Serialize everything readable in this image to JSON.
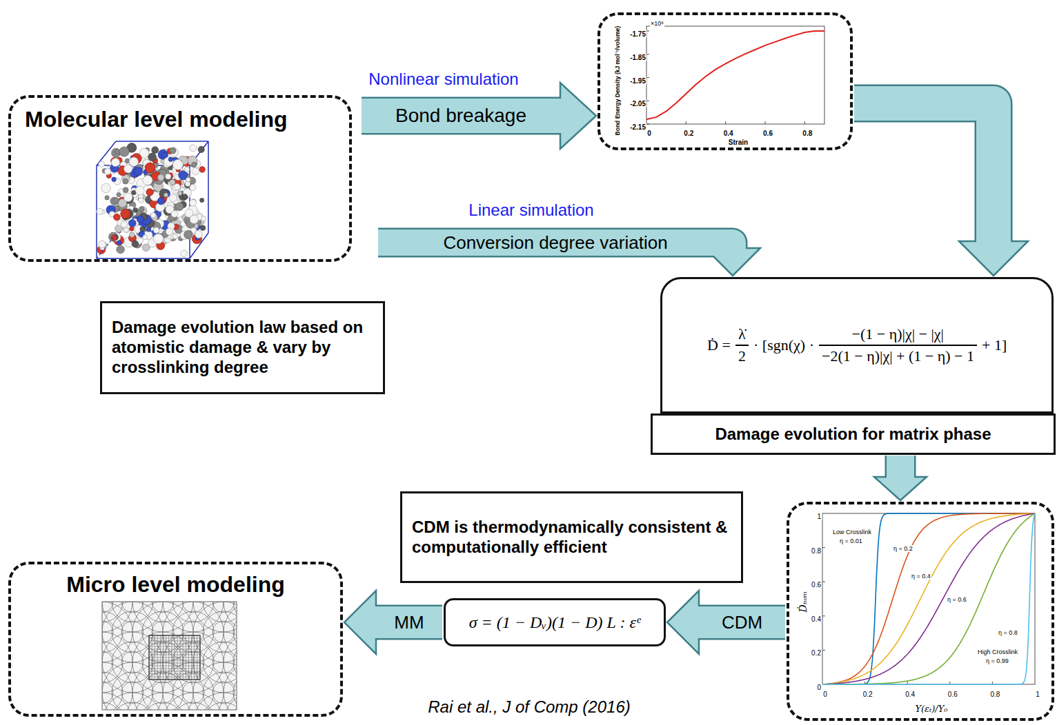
{
  "diagram": {
    "caption": "Rai et al., J of Comp (2016)",
    "nodes": [
      {
        "text": [
          "Molecular level modeling"
        ]
      },
      {
        "text": [
          "×10⁶",
          "-1.75",
          "-1.85",
          "-1.95",
          "-2.05",
          "-2.15",
          "0",
          "0.2",
          "0.4",
          "0.6",
          "0.8",
          "Strain",
          "Bond Energy Density (kJ mol⁻¹/volume)"
        ]
      },
      {
        "text": [
          "Ḋ =",
          "λ̇",
          "2",
          "· [sgn(χ) ·",
          "−(1 − η)|χ| − |χ|",
          "−2(1 − η)|χ| + (1 − η) − 1",
          "+ 1]"
        ]
      },
      {
        "text": [
          "Damage evolution for matrix phase"
        ]
      },
      {
        "text": [
          "Damage evolution law based on atomistic damage & vary by crosslinking degree"
        ]
      },
      {
        "text": [
          "1",
          "0.8",
          "0.6",
          "0.4",
          "0.2",
          "0",
          "0",
          "0.2",
          "0.4",
          "0.6",
          "0.8",
          "1",
          "Ḋₙₒₘ",
          "Y(εₜ)/Y₀",
          "Low Crosslink",
          "η = 0.01",
          "η = 0.2",
          "η = 0.4",
          "η = 0.6",
          "η = 0.8",
          "High Crosslink",
          "η = 0.99"
        ]
      },
      {
        "text": [
          "CDM is thermodynamically consistent & computationally efficient"
        ]
      },
      {
        "text": [
          "σ = (1 − Dᵥ)(1 − D) L : εᵉ"
        ]
      },
      {
        "text": [
          "Micro level modeling"
        ]
      }
    ],
    "edges": [
      {
        "from": 0,
        "to": 1,
        "label": "Bond breakage",
        "arrow": "to"
      },
      {
        "from": 1,
        "to": 2,
        "arrow": "to"
      },
      {
        "from": 0,
        "to": 2,
        "label": "Conversion degree variation",
        "arrow": "to"
      },
      {
        "from": 3,
        "to": 5,
        "arrow": "to"
      },
      {
        "from": 5,
        "to": 7,
        "label": "CDM",
        "arrow": "to"
      },
      {
        "from": 7,
        "to": 8,
        "label": "MM",
        "arrow": "to"
      }
    ],
    "labels": [
      "Nonlinear simulation",
      "Linear simulation"
    ]
  }
}
